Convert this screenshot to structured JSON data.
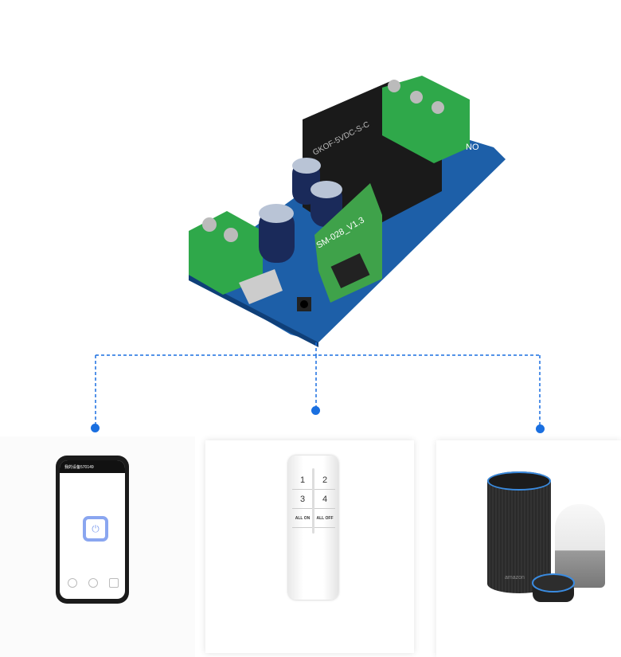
{
  "board": {
    "module_label": "SM-028_V1.3",
    "terminal_label": "NO",
    "relay_label": "GKOF-5VDC-S-C"
  },
  "phone": {
    "title": "我的设备570149",
    "power_glyph": "⏻"
  },
  "remote": {
    "buttons": [
      "1",
      "2",
      "3",
      "4",
      "ALL ON",
      "ALL OFF"
    ]
  },
  "speaker": {
    "brand": "amazon"
  },
  "colors": {
    "accent": "#1a6fe0",
    "pcb": "#1d5fa8",
    "terminal": "#2fa84a"
  }
}
